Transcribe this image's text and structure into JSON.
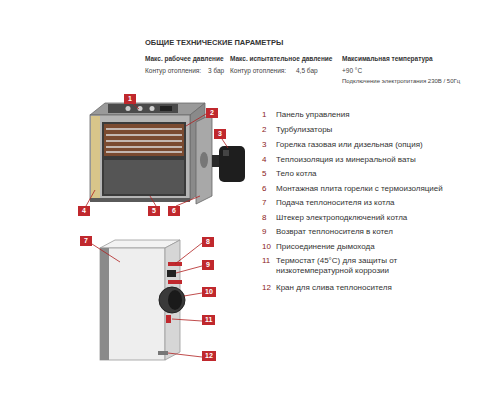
{
  "diagram": {
    "title": "ОБЩИЕ ТЕХНИЧЕСКИЕ ПАРАМЕТРЫ",
    "labels": [
      "Макс. рабочее давление",
      "Контур отопления:",
      "3 бар",
      "Макс. испытательное давление",
      "Контур отопления:",
      "4,5 бар",
      "Максимальная температура",
      "+90 °C",
      "Подключение электропитания 230В / 50Гц",
      "1",
      "2",
      "3",
      "4",
      "5",
      "6",
      "7",
      "8",
      "9",
      "10",
      "11",
      "12",
      "1",
      "Панель управления",
      "2",
      "Турбулизаторы",
      "3",
      "Горелка газовая или дизельная (опция)",
      "4",
      "Теплоизоляция из минеральной ваты",
      "5",
      "Тело котла",
      "6",
      "Монтажная плита горелки с термоизоляцией",
      "7",
      "Подача теплоносителя из котла",
      "8",
      "Штекер электроподключений котла",
      "9",
      "Возврат теплоносителя в котел",
      "10",
      "Присоединение дымохода",
      "11",
      "Термостат (45°C) для защиты от низкотемпературной коррозии",
      "12",
      "Кран для слива теплоносителя"
    ]
  }
}
